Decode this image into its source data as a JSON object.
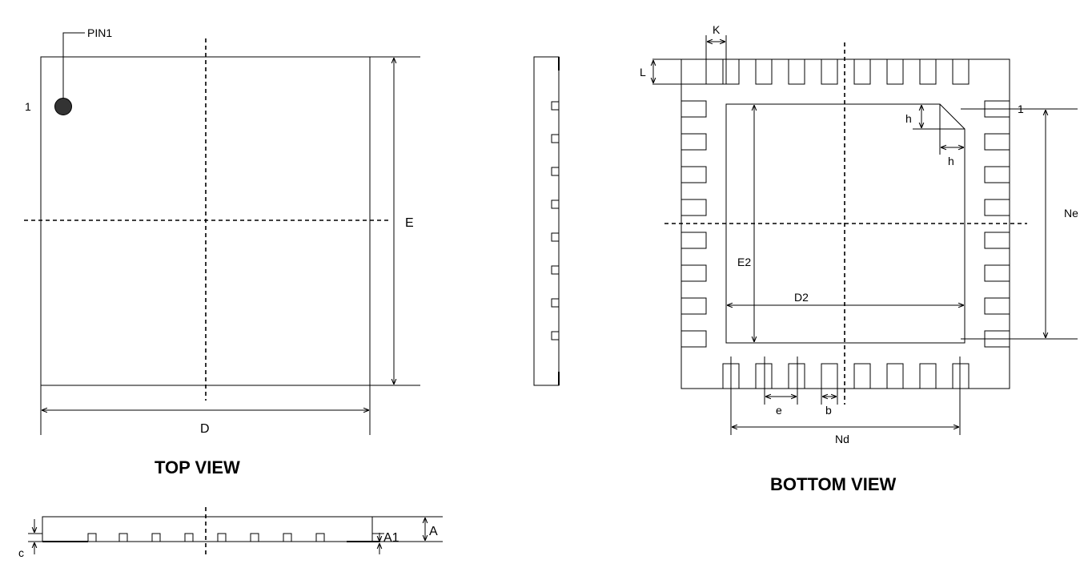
{
  "top_view": {
    "title": "TOP VIEW",
    "pin1_label": "PIN1",
    "pin_number": "1",
    "dim_width": "D",
    "dim_height": "E"
  },
  "bottom_view": {
    "title": "BOTTOM VIEW",
    "dim_k": "K",
    "dim_l": "L",
    "dim_h": "h",
    "dim_pin1": "1",
    "dim_ne": "Ne",
    "dim_e2": "E2",
    "dim_d2": "D2",
    "dim_e": "e",
    "dim_b": "b",
    "dim_nd": "Nd"
  },
  "side_view": {
    "dim_a": "A",
    "dim_a1": "A1",
    "dim_c": "c"
  },
  "colors": {
    "line": "#000000",
    "pin1_dot": "#333333"
  }
}
